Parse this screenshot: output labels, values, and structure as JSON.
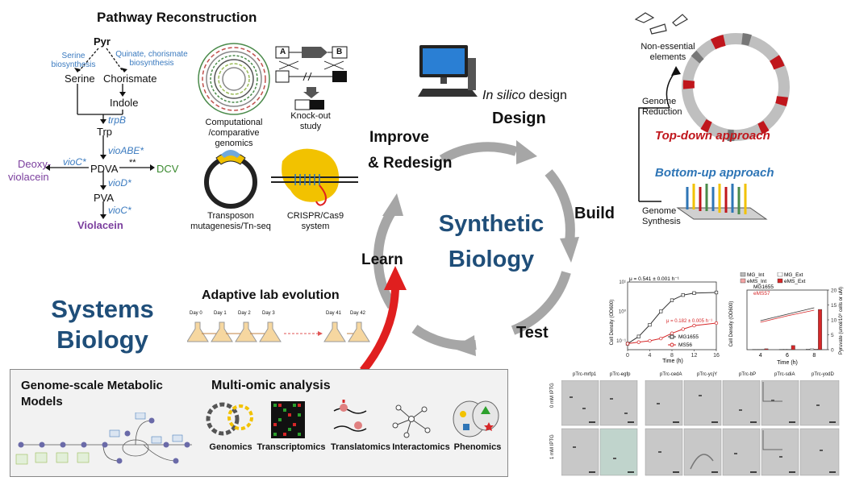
{
  "pathway": {
    "title": "Pathway Reconstruction",
    "pyr": "Pyr",
    "serine_bio": "Serine biosynthesis",
    "quinate_bio": "Quinate, chorismate biosynthesis",
    "serine": "Serine",
    "chorismate": "Chorismate",
    "indole": "Indole",
    "trpB": "trpB",
    "trp": "Trp",
    "vioABE": "vioABE*",
    "vioC1": "vioC*",
    "pdva": "PDVA",
    "stars": "**",
    "dcv": "DCV",
    "deoxy": "Deoxy-",
    "violacein_small": "violacein",
    "vioD": "vioD*",
    "pva": "PVA",
    "vioC2": "vioC*",
    "violacein": "Violacein",
    "colors": {
      "gene": "#3a7abf",
      "violacein": "#7b3f9e",
      "dcv": "#3a8a2e"
    }
  },
  "tools": {
    "genomics": "Computational /comparative genomics",
    "knockout": "Knock-out study",
    "ko_a": "A",
    "ko_b": "B",
    "transposon": "Transposon mutagenesis/Tn-seq",
    "crispr": "CRISPR/Cas9 system"
  },
  "cycle": {
    "insilico_italic": "In silico",
    "insilico_rest": " design",
    "design": "Design",
    "build": "Build",
    "test": "Test",
    "learn": "Learn",
    "improve": "Improve",
    "redesign": "& Redesign",
    "center1": "Synthetic",
    "center2": "Biology",
    "center_color": "#1f4e79",
    "arrow_color": "#a6a6a6",
    "red_arrow": "#e01f1f"
  },
  "genome": {
    "nonessential": "Non-essential elements",
    "reduction": "Genome Reduction",
    "topdown": "Top-down approach",
    "bottomup": "Bottom-up approach",
    "synthesis": "Genome Synthesis",
    "topdown_color": "#c0161c",
    "bottomup_color": "#2e75b6"
  },
  "systems": {
    "title1": "Systems",
    "title2": "Biology",
    "color": "#1f4e79"
  },
  "ale": {
    "title": "Adaptive lab evolution",
    "days": [
      "Day 0",
      "Day 1",
      "Day 2",
      "Day 3",
      "Day 41",
      "Day 42"
    ]
  },
  "gsmm": {
    "title1": "Genome-scale Metabolic",
    "title2": "Models"
  },
  "multiomic": {
    "title": "Multi-omic analysis",
    "items": [
      "Genomics",
      "Transcriptomics",
      "Translatomics",
      "Interactomics",
      "Phenomics"
    ]
  },
  "chart_data": [
    {
      "type": "line",
      "ylabel": "Cell Density (OD600)",
      "xlabel": "Time (h)",
      "xticks": [
        "0",
        "4",
        "8",
        "12",
        "16"
      ],
      "yticks": [
        "10¹",
        "10⁰",
        "10⁻¹"
      ],
      "xlim": [
        0,
        16
      ],
      "yscale": "log",
      "series": [
        {
          "name": "MG1655",
          "color": "#333333",
          "annotation": "μ = 0.541 ± 0.001 h⁻¹",
          "x": [
            0,
            2,
            4,
            6,
            8,
            10,
            12,
            16
          ],
          "y": [
            0.08,
            0.14,
            0.35,
            1.0,
            2.4,
            3.6,
            4.2,
            4.4
          ]
        },
        {
          "name": "MS56",
          "color": "#d62728",
          "annotation": "μ = 0.182 ± 0.005 h⁻¹",
          "x": [
            0,
            2,
            4,
            6,
            8,
            10,
            12,
            16
          ],
          "y": [
            0.08,
            0.09,
            0.1,
            0.12,
            0.18,
            0.25,
            0.33,
            0.4
          ]
        }
      ]
    },
    {
      "type": "bar",
      "ylabel": "Cell Density (OD600)",
      "ylabel2": "Pyruvate (umol/10⁹ cells or uM)",
      "xlabel": "Time (h)",
      "categories": [
        "4",
        "6",
        "8"
      ],
      "yticks2": [
        "20",
        "15",
        "10",
        "5",
        "0"
      ],
      "legend": [
        "MG_Int",
        "MG_Ext",
        "eMS_Int",
        "eMS_Ext",
        "MG1655",
        "eMS57"
      ],
      "series": [
        {
          "name": "MG_Int",
          "values": [
            0.1,
            0.1,
            0.2
          ]
        },
        {
          "name": "MG_Ext",
          "values": [
            0.1,
            0.2,
            0.3
          ]
        },
        {
          "name": "eMS_Int",
          "values": [
            0.1,
            0.1,
            0.2
          ]
        },
        {
          "name": "eMS_Ext",
          "values": [
            0.3,
            1.4,
            13.5
          ]
        }
      ]
    }
  ],
  "micro": {
    "g1": [
      "pTrc-mrfp1",
      "pTrc-egfp"
    ],
    "g2": [
      "pTrc-cedA",
      "pTrc-ycjY",
      "pTrc-bP",
      "pTrc-sdiA",
      "pTrc-yodD"
    ],
    "row1": "0 mM IPTG",
    "row2": "1 mM IPTG"
  }
}
